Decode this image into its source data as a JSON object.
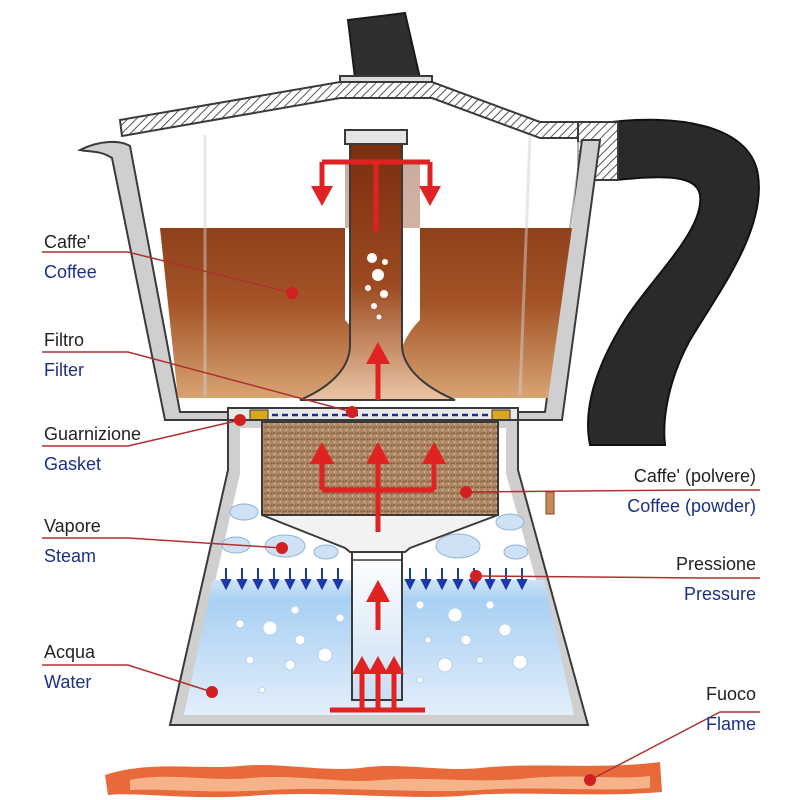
{
  "labels": {
    "coffee": {
      "it": "Caffe'",
      "en": "Coffee"
    },
    "filter": {
      "it": "Filtro",
      "en": "Filter"
    },
    "gasket": {
      "it": "Guarnizione",
      "en": "Gasket"
    },
    "steam": {
      "it": "Vapore",
      "en": "Steam"
    },
    "water": {
      "it": "Acqua",
      "en": "Water"
    },
    "coffee_powder": {
      "it": "Caffe' (polvere)",
      "en": "Coffee (powder)"
    },
    "pressure": {
      "it": "Pressione",
      "en": "Pressure"
    },
    "flame": {
      "it": "Fuoco",
      "en": "Flame"
    }
  },
  "colors": {
    "outline": "#3a3a3a",
    "coffee_dark": "#7a2e10",
    "coffee_light": "#d8a070",
    "water": "#9cc8ef",
    "grounds": "#b08866",
    "arrow": "#e02222",
    "pressure_arrow": "#1a3aa8",
    "leader": "#b03030",
    "handle": "#2a2a2a",
    "flame": "#e86a3a"
  }
}
